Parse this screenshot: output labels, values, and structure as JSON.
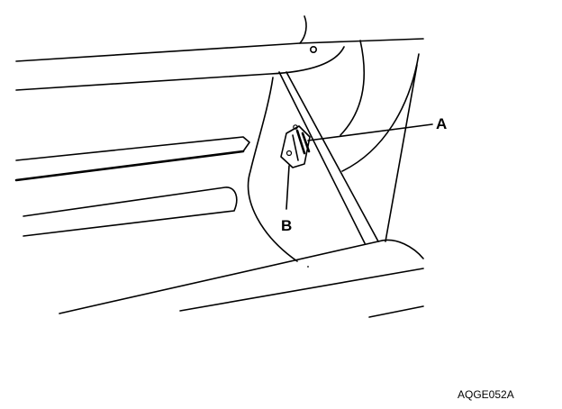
{
  "diagram": {
    "callouts": {
      "a": "A",
      "b": "B"
    },
    "figure_code": "AQGE052A"
  }
}
